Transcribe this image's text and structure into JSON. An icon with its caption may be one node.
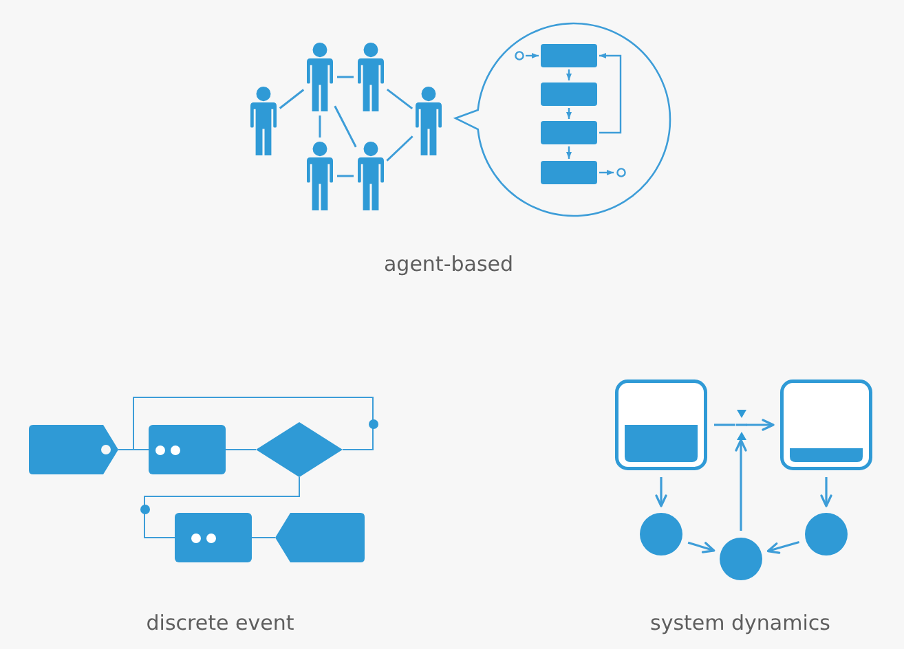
{
  "diagram": {
    "nodes": [
      {
        "text": [],
        "shape": "person"
      },
      {
        "text": [],
        "shape": "person"
      },
      {
        "text": [],
        "shape": "person"
      },
      {
        "text": [],
        "shape": "person"
      },
      {
        "text": [],
        "shape": "person"
      },
      {
        "text": [],
        "shape": "person"
      },
      {
        "text": [],
        "shape": "bubble"
      },
      {
        "text": [],
        "shape": "circle",
        "in": 6
      },
      {
        "text": [],
        "shape": "box",
        "in": 6
      },
      {
        "text": [],
        "shape": "box",
        "in": 6
      },
      {
        "text": [],
        "shape": "box",
        "in": 6
      },
      {
        "text": [],
        "shape": "box",
        "in": 6
      },
      {
        "text": [],
        "shape": "circle",
        "in": 6
      },
      {
        "text": [],
        "shape": "tag"
      },
      {
        "text": [],
        "shape": "box"
      },
      {
        "text": [],
        "shape": "diamond"
      },
      {
        "text": [],
        "shape": "box"
      },
      {
        "text": [],
        "shape": "tag"
      },
      {
        "text": [],
        "shape": "tank"
      },
      {
        "text": [],
        "shape": "valve"
      },
      {
        "text": [],
        "shape": "tank"
      },
      {
        "text": [],
        "shape": "circle"
      },
      {
        "text": [],
        "shape": "circle"
      },
      {
        "text": [],
        "shape": "circle"
      }
    ],
    "edges": [
      {
        "from": 2,
        "to": 0,
        "arrow": "none"
      },
      {
        "from": 0,
        "to": 1,
        "arrow": "none"
      },
      {
        "from": 1,
        "to": 3,
        "arrow": "none"
      },
      {
        "from": 0,
        "to": 4,
        "arrow": "none"
      },
      {
        "from": 0,
        "to": 5,
        "arrow": "none"
      },
      {
        "from": 4,
        "to": 5,
        "arrow": "none"
      },
      {
        "from": 5,
        "to": 3,
        "arrow": "none"
      },
      {
        "from": 7,
        "to": 8,
        "arrow": "to"
      },
      {
        "from": 8,
        "to": 9,
        "arrow": "to"
      },
      {
        "from": 9,
        "to": 10,
        "arrow": "to"
      },
      {
        "from": 10,
        "to": 11,
        "arrow": "to"
      },
      {
        "from": 10,
        "to": 8,
        "arrow": "to"
      },
      {
        "from": 11,
        "to": 12,
        "arrow": "to"
      },
      {
        "from": 13,
        "to": 14,
        "arrow": "none"
      },
      {
        "from": 14,
        "to": 15,
        "arrow": "none"
      },
      {
        "from": 15,
        "to": 14,
        "arrow": "none"
      },
      {
        "from": 15,
        "to": 16,
        "arrow": "none"
      },
      {
        "from": 16,
        "to": 17,
        "arrow": "none"
      },
      {
        "from": 18,
        "to": 19,
        "arrow": "none"
      },
      {
        "from": 19,
        "to": 20,
        "arrow": "to"
      },
      {
        "from": 18,
        "to": 21,
        "arrow": "to"
      },
      {
        "from": 21,
        "to": 22,
        "arrow": "to"
      },
      {
        "from": 23,
        "to": 22,
        "arrow": "to"
      },
      {
        "from": 22,
        "to": 19,
        "arrow": "to"
      },
      {
        "from": 20,
        "to": 23,
        "arrow": "to"
      }
    ],
    "labels": [
      "agent-based",
      "discrete event",
      "system dynamics"
    ]
  }
}
